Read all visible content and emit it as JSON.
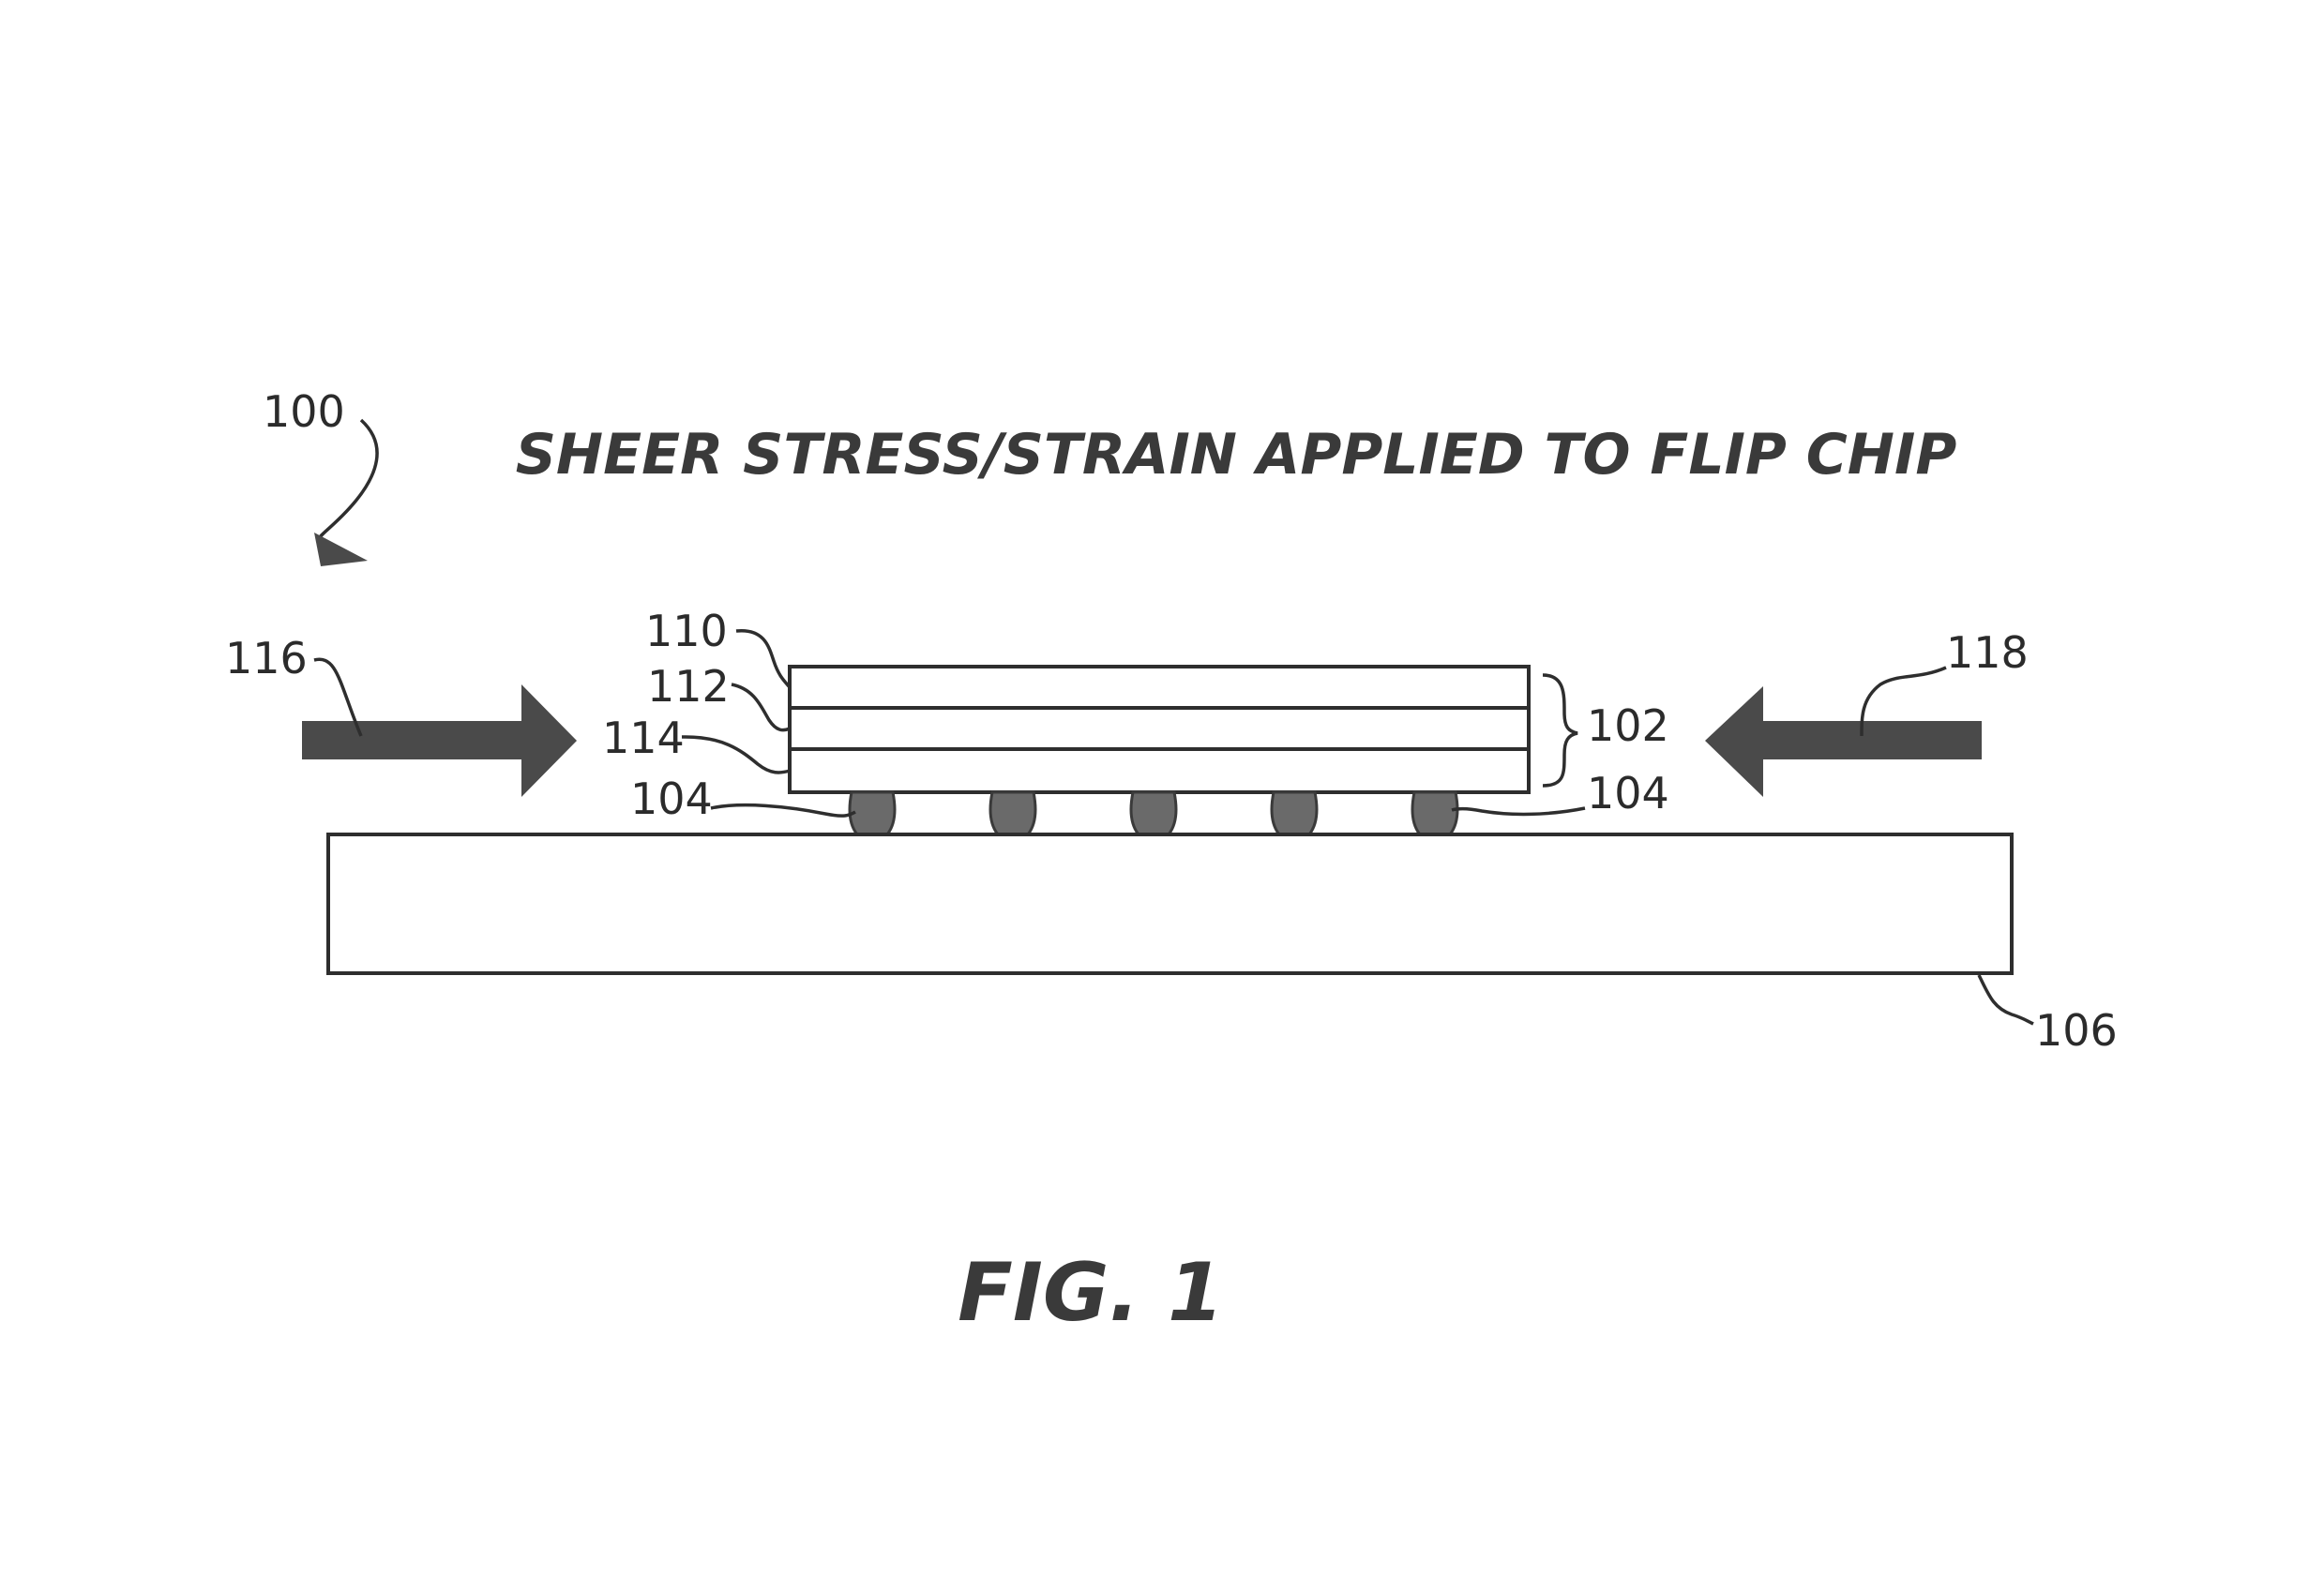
{
  "title": "SHEER STRESS/STRAIN APPLIED TO FLIP CHIP",
  "figure_label": "FIG. 1",
  "refs": {
    "assembly": "100",
    "chip_stack": "102",
    "bumps_left": "104",
    "bumps_right": "104",
    "substrate": "106",
    "layer_top": "110",
    "layer_middle": "112",
    "layer_bottom": "114",
    "force_left": "116",
    "force_right": "118"
  },
  "colors": {
    "line": "#2e2e2e",
    "arrow": "#4a4a4a",
    "bump": "#6a6a6a",
    "text": "#3a3a3a"
  },
  "bump_count": 5
}
